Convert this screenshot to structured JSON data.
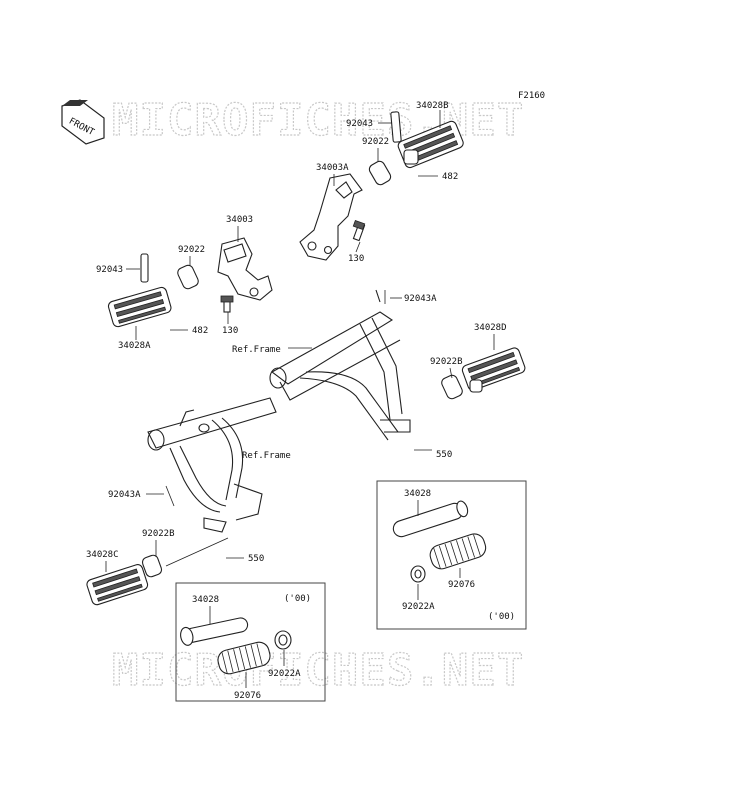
{
  "figure_code": "F2160",
  "watermark": "MICROFICHES.NET",
  "front_arrow": "FRONT",
  "labels": {
    "p34028B": "34028B",
    "p92043_top": "92043",
    "p92022_top": "92022",
    "p482_top": "482",
    "p34003A": "34003A",
    "p130_right": "130",
    "p34003": "34003",
    "p92022_left": "92022",
    "p92043_left": "92043",
    "p482_left": "482",
    "p130_left": "130",
    "p34028A": "34028A",
    "p92043A_right": "92043A",
    "ref_frame_upper": "Ref.Frame",
    "p34028D": "34028D",
    "p92022B_right": "92022B",
    "p550_right": "550",
    "ref_frame_lower": "Ref.Frame",
    "p92043A_left": "92043A",
    "p92022B_left": "92022B",
    "p550_left": "550",
    "p34028C": "34028C",
    "box_right_34028": "34028",
    "box_right_92076": "92076",
    "box_right_92022A": "92022A",
    "box_right_year": "('00)",
    "box_left_34028": "34028",
    "box_left_year": "('00)",
    "box_left_92022A": "92022A",
    "box_left_92076": "92076"
  }
}
